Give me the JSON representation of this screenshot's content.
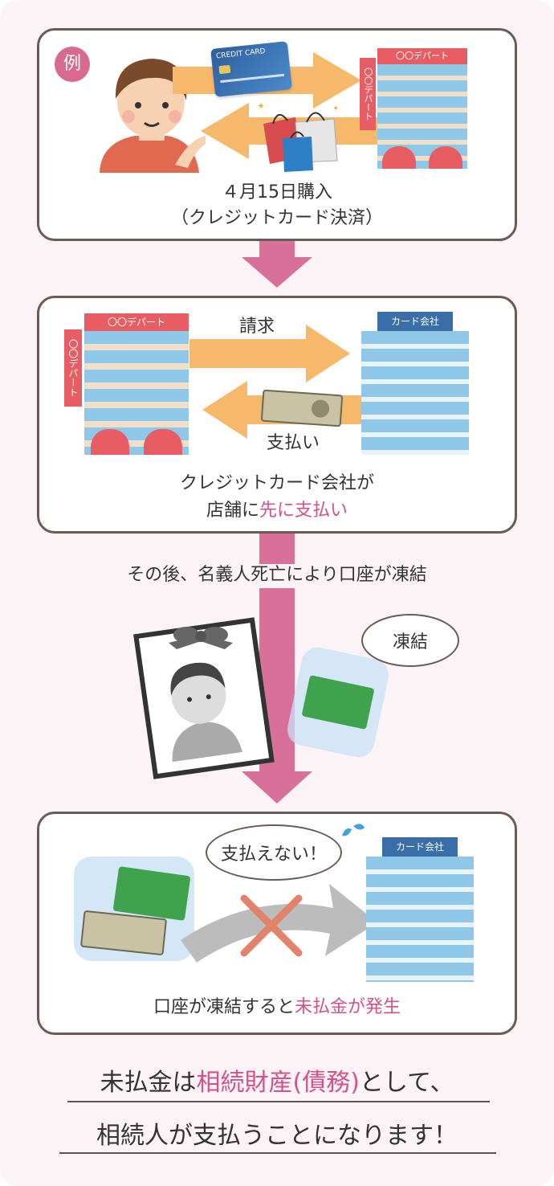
{
  "colors": {
    "panel_border": "#6b5a55",
    "accent_pink": "#d4518a",
    "flow_arrow": "#d8709a",
    "orange_arrow": "#f6b96b",
    "building_blue": "#8fc7e8",
    "store_red": "#e85d63",
    "company_navy": "#3a6ea8"
  },
  "example_badge": "例",
  "store_sign": "〇〇デパート",
  "card_company_sign": "カード会社",
  "credit_card_text": "CREDIT CARD",
  "panel1": {
    "line1": "４月15日購入",
    "line2": "（クレジットカード決済）"
  },
  "panel2": {
    "billing_label": "請求",
    "payment_label": "支払い",
    "line1": "クレジットカード会社が",
    "line2_prefix": "店舗に",
    "line2_emphasis": "先に支払い"
  },
  "freeze_caption": "その後、名義人死亡により口座が凍結",
  "freeze_bubble": "凍結",
  "panel3": {
    "bubble": "支払えない！",
    "caption_prefix": "口座が凍結すると",
    "caption_emphasis": "未払金が発生"
  },
  "summary": {
    "line1_prefix": "未払金は",
    "line1_emphasis": "相続財産(債務)",
    "line1_suffix": "として、",
    "line2": "相続人が支払うことになります！"
  }
}
